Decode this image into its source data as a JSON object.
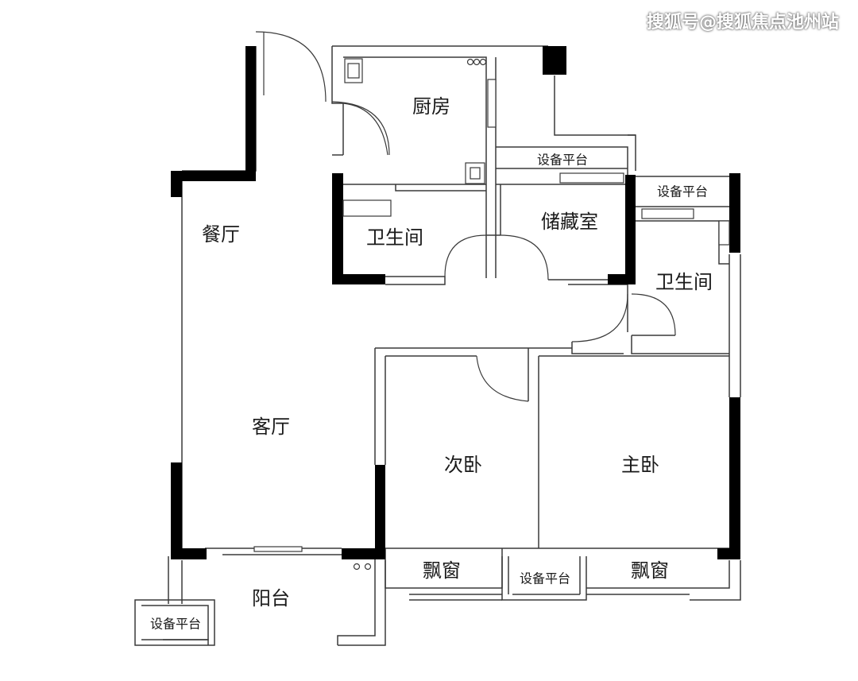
{
  "watermark": "搜狐号@搜狐焦点池州站",
  "rooms": {
    "kitchen": "厨房",
    "dining": "餐厅",
    "bath1": "卫生间",
    "storage": "储藏室",
    "bath2": "卫生间",
    "living": "客厅",
    "second_bedroom": "次卧",
    "master_bedroom": "主卧",
    "bay_window_left": "飘窗",
    "bay_window_right": "飘窗",
    "balcony": "阳台"
  },
  "platforms": {
    "top_center": "设备平台",
    "top_right": "设备平台",
    "bottom_center": "设备平台",
    "bottom_left": "设备平台"
  }
}
